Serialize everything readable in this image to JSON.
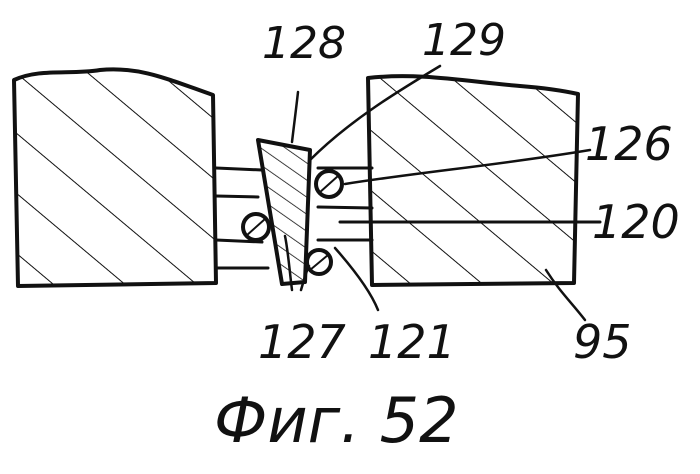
{
  "figure": {
    "caption": "Фиг. 52",
    "labels": {
      "l128": "128",
      "l129": "129",
      "l126": "126",
      "l120": "120",
      "l127": "127",
      "l121": "121",
      "l95": "95"
    }
  }
}
